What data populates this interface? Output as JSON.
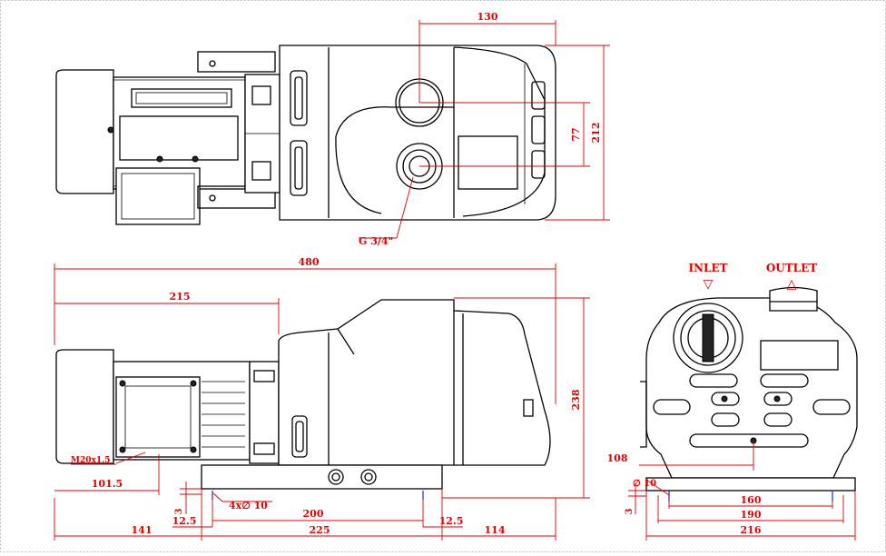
{
  "labels": {
    "inlet": "INLET",
    "outlet": "OUTLET",
    "thread": "G 3/4\"",
    "cable_gland": "M20x1.5",
    "holes": "4x∅ 10",
    "hole_dia": "∅ 10",
    "inlet_symbol": "▽",
    "outlet_symbol": "△"
  },
  "top_view": {
    "d130": "130",
    "d77": "77",
    "d212": "212"
  },
  "side_view": {
    "d480": "480",
    "d215": "215",
    "d238": "238",
    "d101_5": "101.5",
    "d3": "3",
    "d12_5_left": "12.5",
    "d200": "200",
    "d12_5_right": "12.5",
    "d141": "141",
    "d225": "225",
    "d114": "114"
  },
  "end_view": {
    "d108": "108",
    "d3": "3",
    "d160": "160",
    "d190": "190",
    "d216": "216"
  }
}
